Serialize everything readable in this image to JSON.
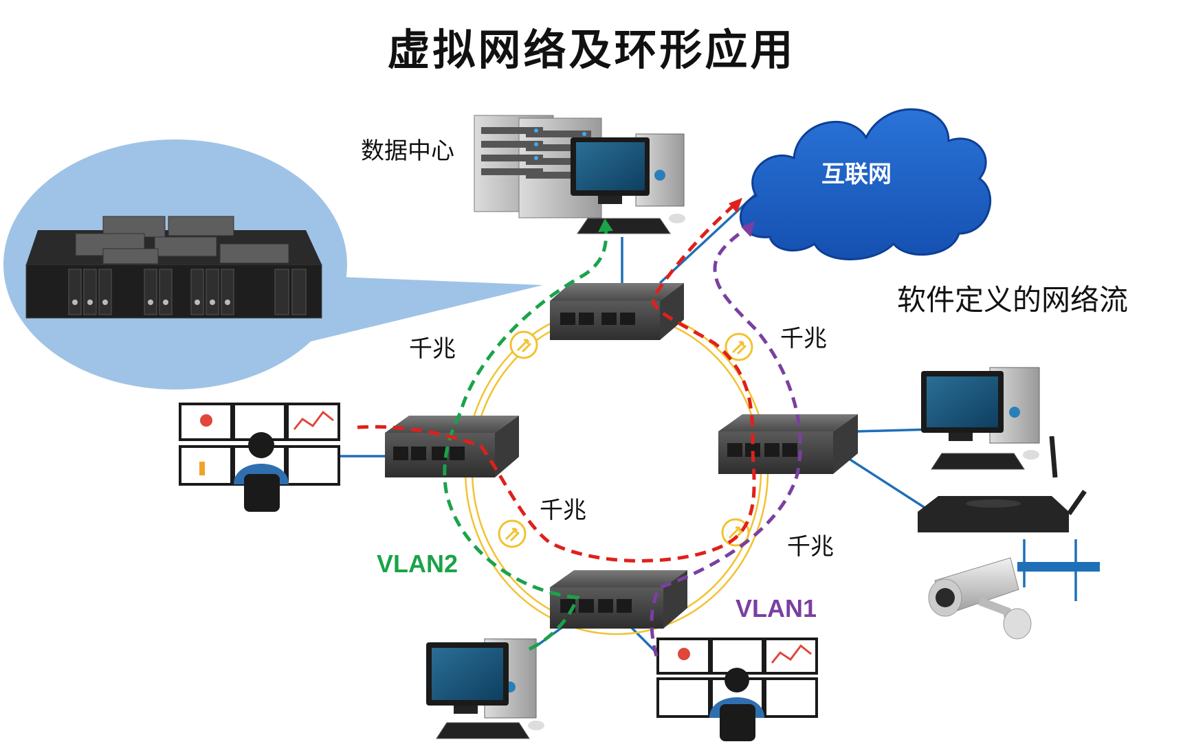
{
  "title": "虚拟网络及环形应用",
  "labels": {
    "datacenter": "数据中心",
    "internet": "互联网",
    "sdn": "软件定义的网络流",
    "gigabit": "千兆",
    "vlan1": "VLAN1",
    "vlan2": "VLAN2"
  },
  "colors": {
    "ring": "#f2c230",
    "vlan1": "#7a3fa0",
    "vlan2": "#1aa34a",
    "internet_flow": "#e0201a",
    "link": "#1f6fb8",
    "cloud": "#1f5fc8",
    "bubble": "#9fc3e6"
  }
}
